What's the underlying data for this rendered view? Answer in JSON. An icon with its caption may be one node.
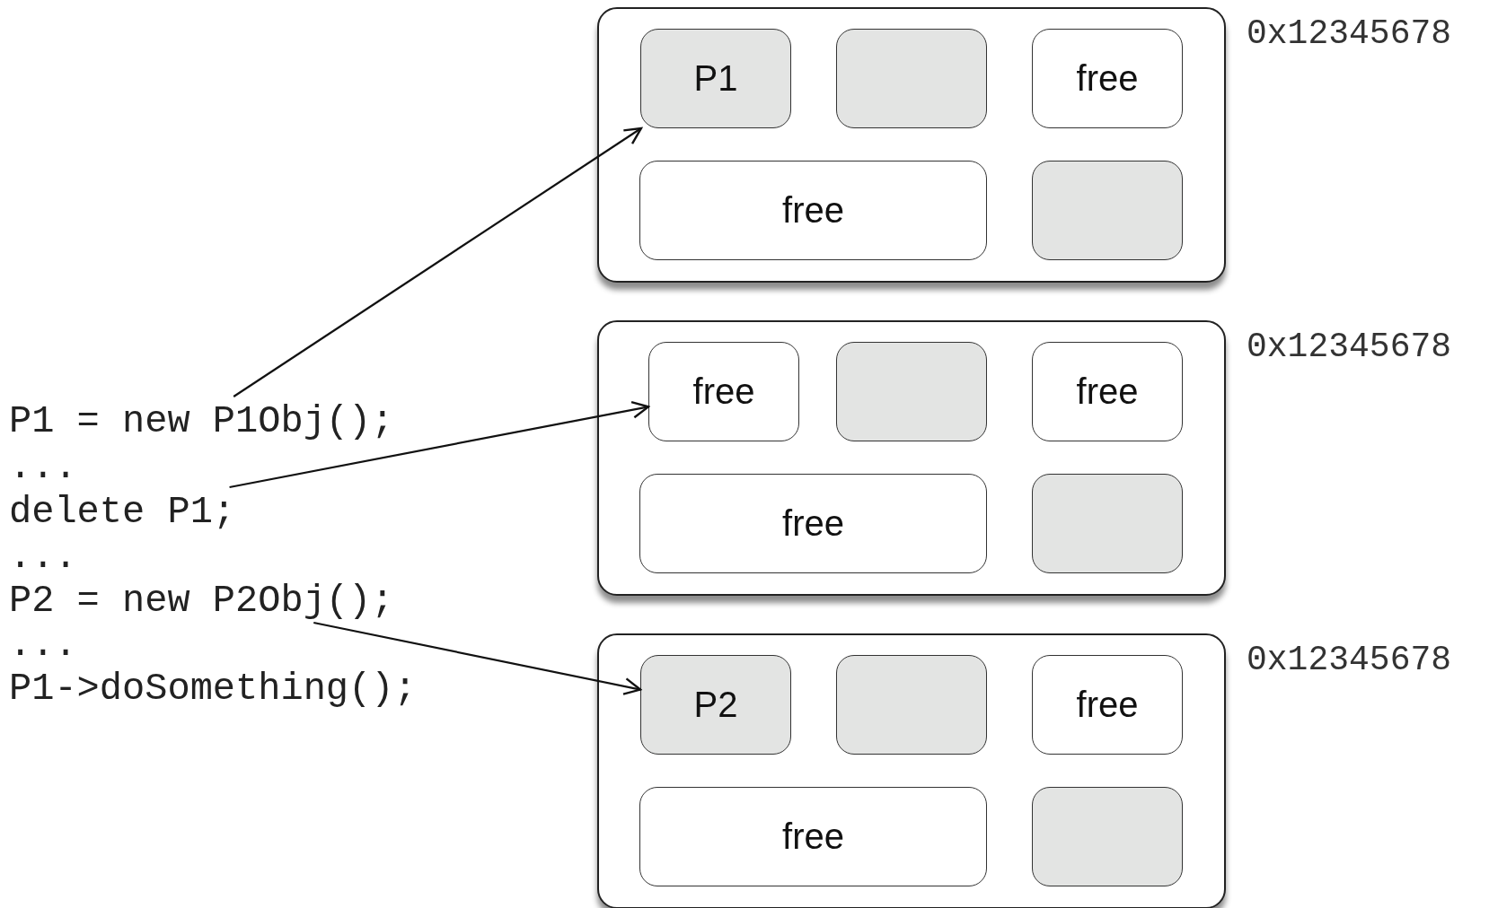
{
  "diagram": {
    "nodes": [
      {
        "text": [
          "P1 = new P1Obj();"
        ]
      },
      {
        "text": [
          "delete P1;"
        ]
      },
      {
        "text": [
          "P2 = new P2Obj();"
        ]
      },
      {
        "text": [],
        "shape": "box",
        "beside": [
          "0x12345678"
        ]
      },
      {
        "text": [
          "P1"
        ],
        "in": 3
      },
      {
        "text": [],
        "shape": "box",
        "in": 3
      },
      {
        "text": [
          "free"
        ],
        "in": 3
      },
      {
        "text": [
          "free"
        ],
        "in": 3
      },
      {
        "text": [],
        "shape": "box",
        "in": 3
      },
      {
        "text": [],
        "shape": "box",
        "beside": [
          "0x12345678"
        ]
      },
      {
        "text": [
          "free"
        ],
        "in": 9
      },
      {
        "text": [],
        "shape": "box",
        "in": 9
      },
      {
        "text": [
          "free"
        ],
        "in": 9
      },
      {
        "text": [
          "free"
        ],
        "in": 9
      },
      {
        "text": [],
        "shape": "box",
        "in": 9
      },
      {
        "text": [],
        "shape": "box",
        "beside": [
          "0x12345678"
        ]
      },
      {
        "text": [
          "P2"
        ],
        "in": 15
      },
      {
        "text": [],
        "shape": "box",
        "in": 15
      },
      {
        "text": [
          "free"
        ],
        "in": 15
      },
      {
        "text": [
          "free"
        ],
        "in": 15
      },
      {
        "text": [],
        "shape": "box",
        "in": 15
      }
    ],
    "edges": [
      {
        "from": 0,
        "to": 4,
        "arrow": "to"
      },
      {
        "from": 1,
        "to": 10,
        "arrow": "to"
      },
      {
        "from": 2,
        "to": 16,
        "arrow": "to"
      }
    ],
    "labels": [
      "...",
      "...",
      "...",
      "P1->doSomething();"
    ]
  }
}
